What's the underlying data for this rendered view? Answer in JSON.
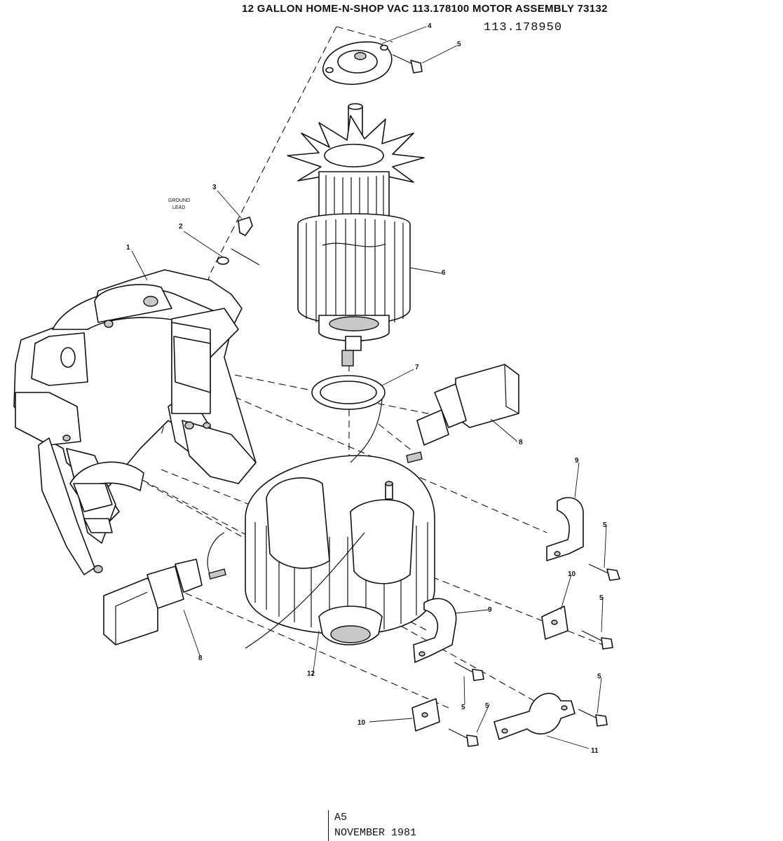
{
  "header": {
    "title": "12 GALLON HOME-N-SHOP VAC 113.178100    MOTOR ASSEMBLY 73132",
    "model_alt": "113.178950"
  },
  "parts_callouts": [
    {
      "id": "c1",
      "label": "1"
    },
    {
      "id": "c2",
      "label": "2"
    },
    {
      "id": "c3",
      "label": "3"
    },
    {
      "id": "c4",
      "label": "4"
    },
    {
      "id": "c5a",
      "label": "5"
    },
    {
      "id": "c6",
      "label": "6"
    },
    {
      "id": "c7",
      "label": "7"
    },
    {
      "id": "c8a",
      "label": "8"
    },
    {
      "id": "c8b",
      "label": "8"
    },
    {
      "id": "c9a",
      "label": "9"
    },
    {
      "id": "c9b",
      "label": "9"
    },
    {
      "id": "c5b",
      "label": "5"
    },
    {
      "id": "c10a",
      "label": "10"
    },
    {
      "id": "c5c",
      "label": "5"
    },
    {
      "id": "c5d",
      "label": "5"
    },
    {
      "id": "c5e",
      "label": "5"
    },
    {
      "id": "c5f",
      "label": "5"
    },
    {
      "id": "c10b",
      "label": "10"
    },
    {
      "id": "c11",
      "label": "11"
    },
    {
      "id": "c12",
      "label": "12"
    }
  ],
  "ground_lead_note": {
    "line1": "GROUND",
    "line2": "LEAD"
  },
  "footer": {
    "revision": "A5",
    "date": "NOVEMBER 1981"
  }
}
